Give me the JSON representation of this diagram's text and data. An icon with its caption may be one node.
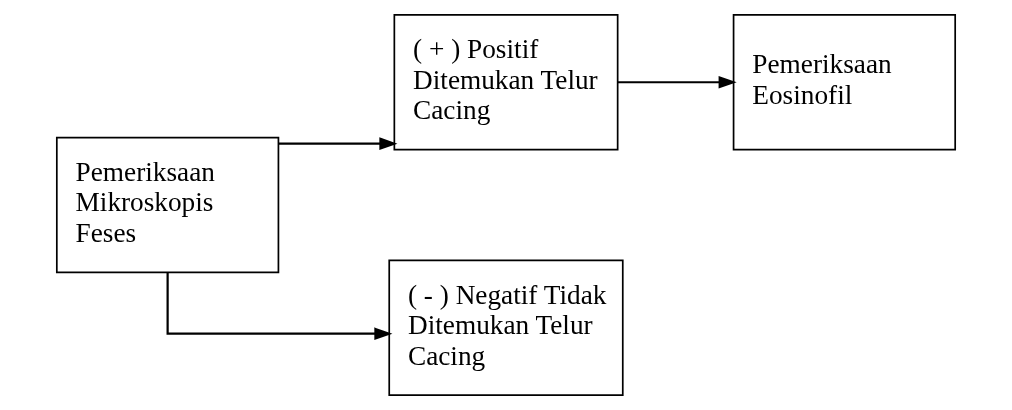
{
  "diagram": {
    "nodes": [
      {
        "text": [
          "Pemeriksaan Mikroskopis Feses"
        ]
      },
      {
        "text": [
          "( + ) Positif Ditemukan Telur Cacing"
        ]
      },
      {
        "text": [
          "Pemeriksaan Eosinofil"
        ]
      },
      {
        "text": [
          "( - ) Negatif Tidak Ditemukan Telur Cacing"
        ]
      }
    ],
    "edges": [
      {
        "from": 0,
        "to": 1,
        "arrow": "to"
      },
      {
        "from": 1,
        "to": 2,
        "arrow": "to"
      },
      {
        "from": 0,
        "to": 3,
        "arrow": "to"
      }
    ]
  }
}
